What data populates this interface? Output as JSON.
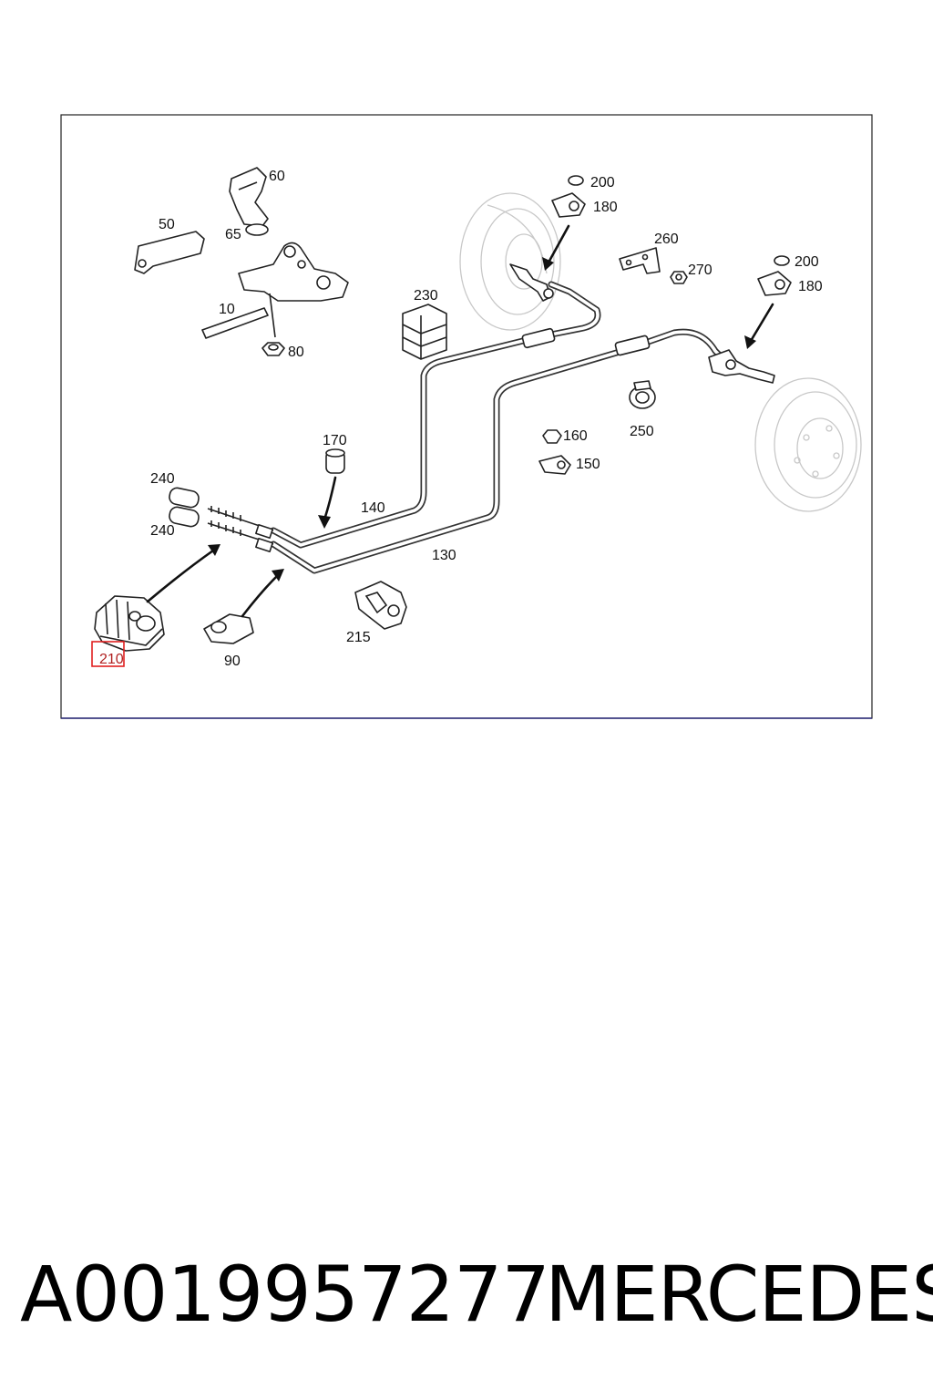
{
  "diagram": {
    "callouts": {
      "c10": "10",
      "c50": "50",
      "c60": "60",
      "c65": "65",
      "c80": "80",
      "c90": "90",
      "c130": "130",
      "c140": "140",
      "c150": "150",
      "c160": "160",
      "c170": "170",
      "c180a": "180",
      "c180b": "180",
      "c200a": "200",
      "c200b": "200",
      "c210": "210",
      "c215": "215",
      "c230": "230",
      "c240a": "240",
      "c240b": "240",
      "c250": "250",
      "c260": "260",
      "c270": "270"
    },
    "highlighted_part": "210",
    "highlight_color": "#e02020"
  },
  "footer": {
    "part_number": "A0019957277",
    "brand": "MERCEDES"
  }
}
